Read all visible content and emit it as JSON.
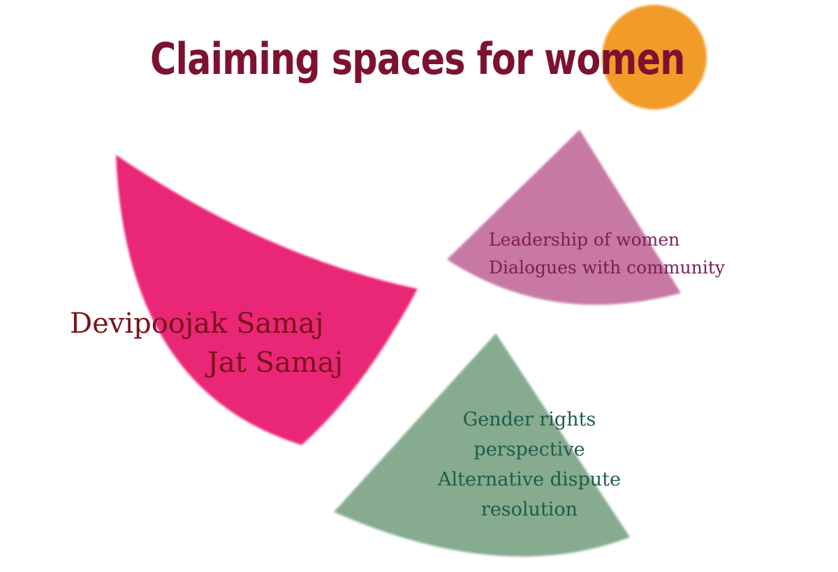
{
  "title": "Claiming spaces for women",
  "colors": {
    "title": "#7d1230",
    "sun": "#f0941a",
    "pink_shape": "#ea2577",
    "mauve_shape": "#c778a3",
    "green_shape": "#86ab8f",
    "pink_text": "#7a1218",
    "mauve_text": "#7d1d52",
    "green_text": "#1f5c4a"
  },
  "groups": [
    {
      "id": "pink",
      "lines": [
        "Devipoojak Samaj",
        "Jat Samaj"
      ]
    },
    {
      "id": "mauve",
      "lines": [
        "Leadership of women",
        "Dialogues with community"
      ]
    },
    {
      "id": "green",
      "lines": [
        "Gender rights",
        "perspective",
        "Alternative dispute",
        "resolution"
      ]
    }
  ]
}
